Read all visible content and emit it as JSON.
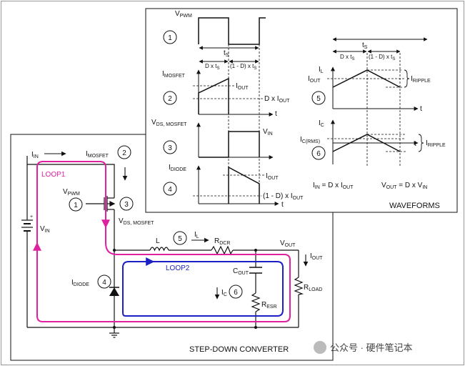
{
  "colors": {
    "loop1": "#e0219f",
    "loop2": "#1c1fc4",
    "stroke": "#111111"
  },
  "circuit": {
    "caption": "STEP-DOWN CONVERTER",
    "loop1_label": "LOOP1",
    "loop2_label": "LOOP2",
    "iin": {
      "main": "I",
      "sub": "IN"
    },
    "imosfet": {
      "main": "I",
      "sub": "MOSFET"
    },
    "vpwm": {
      "main": "V",
      "sub": "PWM"
    },
    "vin": {
      "main": "V",
      "sub": "IN"
    },
    "vds": {
      "main": "V",
      "sub": "DS, MOSFET"
    },
    "inductor": "L",
    "il": {
      "main": "I",
      "sub": "L"
    },
    "rdcr": {
      "main": "R",
      "sub": "DCR"
    },
    "vout": {
      "main": "V",
      "sub": "OUT"
    },
    "iout": {
      "main": "I",
      "sub": "OUT"
    },
    "cout": {
      "main": "C",
      "sub": "OUT"
    },
    "rload": {
      "main": "R",
      "sub": "LOAD"
    },
    "idiode": {
      "main": "I",
      "sub": "DIODE"
    },
    "ic": {
      "main": "I",
      "sub": "C"
    },
    "resr": {
      "main": "R",
      "sub": "ESR"
    },
    "markers": [
      "1",
      "2",
      "3",
      "4",
      "5",
      "6"
    ]
  },
  "waveforms": {
    "caption": "WAVEFORMS",
    "vpwm": {
      "main": "V",
      "sub": "PWM"
    },
    "ts": {
      "main": "t",
      "sub": "S"
    },
    "dxts": {
      "main": "D x t",
      "sub": "S"
    },
    "one_minus_d_ts": {
      "main": "(1 - D) x t",
      "sub": "S"
    },
    "imosfet": {
      "main": "I",
      "sub": "MOSFET"
    },
    "iout": {
      "main": "I",
      "sub": "OUT"
    },
    "d_iout": {
      "main": "D x I",
      "sub": "OUT"
    },
    "vds": {
      "main": "V",
      "sub": "DS, MOSFET"
    },
    "vin": {
      "main": "V",
      "sub": "IN"
    },
    "idiode": {
      "main": "I",
      "sub": "DIODE"
    },
    "one_minus_d_iout": {
      "main": "(1 - D) x I",
      "sub": "OUT"
    },
    "il": {
      "main": "I",
      "sub": "L"
    },
    "iripple": {
      "main": "I",
      "sub": "RIPPLE"
    },
    "ic": {
      "main": "I",
      "sub": "C"
    },
    "ic_rms": {
      "main": "I",
      "sub": "C(RMS)"
    },
    "t": "t",
    "eq_iin": {
      "a": "I",
      "a_sub": "IN",
      "mid": " = D x I",
      "b_sub": "OUT"
    },
    "eq_vout": {
      "a": "V",
      "a_sub": "OUT",
      "mid": " = D x V",
      "b_sub": "IN"
    }
  },
  "watermark": "公众号 · 硬件笔记本"
}
